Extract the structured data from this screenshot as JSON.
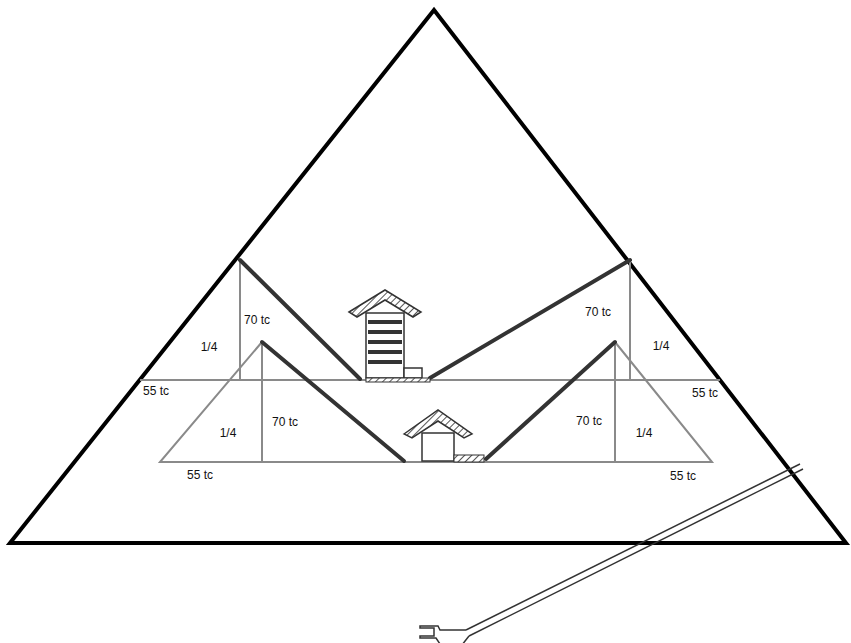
{
  "diagram": {
    "labels": [
      "70 tc",
      "70 tc",
      "1/4",
      "1/4",
      "55 tc",
      "55 tc",
      "1/4",
      "70 tc",
      "70 tc",
      "1/4",
      "55 tc",
      "55 tc"
    ]
  }
}
